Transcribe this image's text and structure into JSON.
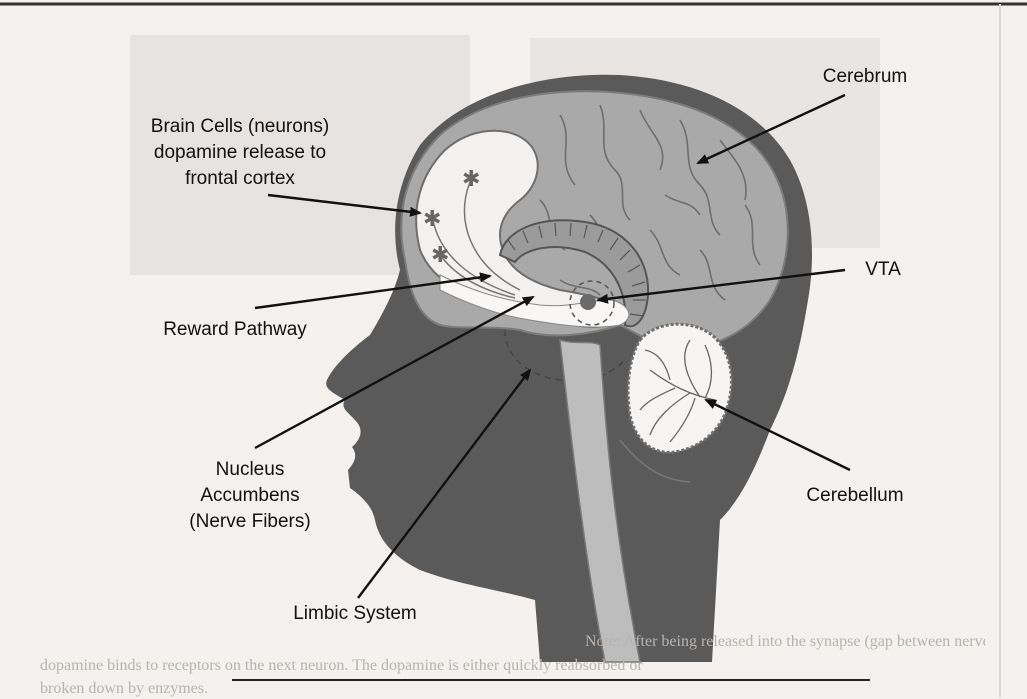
{
  "diagram": {
    "labels": {
      "cerebrum": "Cerebrum",
      "brain_cells": "Brain Cells (neurons)\ndopamine release to\nfrontal cortex",
      "vta": "VTA",
      "reward_pathway": "Reward Pathway",
      "nucleus_accumbens": "Nucleus\nAccumbens\n(Nerve Fibers)",
      "cerebellum": "Cerebellum",
      "limbic_system": "Limbic System"
    },
    "bleed_through_text": [
      "Note: After being released into the synapse (gap between nerve endings and receiver cells),",
      "dopamine binds to receptors on the next neuron. The dopamine is either quickly reabsorbed or",
      "broken down by enzymes."
    ]
  }
}
